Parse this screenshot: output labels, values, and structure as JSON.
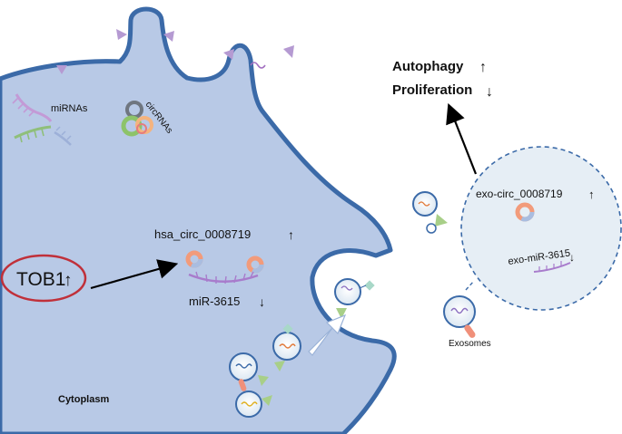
{
  "cell": {
    "label_mirnas": "miRNAs",
    "label_circrnas": "circRNAs",
    "label_cytoplasm": "Cytoplasm",
    "label_hsa_circ": "hsa_circ_0008719",
    "label_mir": "miR-3615",
    "label_tob1": "TOB1",
    "arrow_up": "↑",
    "arrow_down": "↓"
  },
  "exosome_panel": {
    "label_exo_circ": "exo-circ_0008719",
    "label_exo_mir": "exo-miR-3615",
    "label_exosomes": "Exosomes"
  },
  "outcomes": {
    "autophagy": "Autophagy",
    "proliferation": "Proliferation"
  },
  "colors": {
    "cell_fill": "#b8c9e6",
    "cell_border": "#3b6aa8",
    "tob1_ellipse": "#c0303a",
    "exosome_area": "#e6eef5",
    "arrow": "#000000",
    "triangle_purple": "#b59ad2",
    "triangle_green": "#a8cf88"
  }
}
